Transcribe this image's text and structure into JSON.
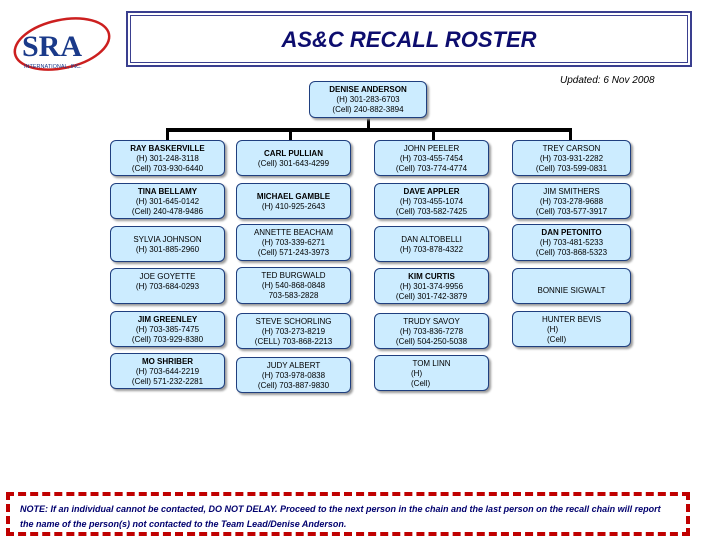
{
  "logo": {
    "text": "SRA",
    "subtext": "INTERNATIONAL, INC."
  },
  "title": "AS&C RECALL ROSTER",
  "updated": "Updated: 6 Nov 2008",
  "root": {
    "name": "DENISE ANDERSON",
    "lines": [
      "(H) 301-283-6703",
      "(Cell) 240-882-3894"
    ]
  },
  "col1": [
    {
      "name": "RAY BASKERVILLE",
      "lines": [
        "(H) 301-248-3118",
        "(Cell) 703-930-6440"
      ]
    },
    {
      "name": "TINA BELLAMY",
      "lines": [
        "(H) 301-645-0142",
        "(Cell) 240-478-9486"
      ]
    },
    {
      "name": "SYLVIA JOHNSON",
      "lines": [
        "(H) 301-885-2960"
      ]
    },
    {
      "name": "JOE GOYETTE",
      "lines": [
        "(H) 703-684-0293"
      ]
    },
    {
      "name": "JIM GREENLEY",
      "lines": [
        "(H) 703-385-7475",
        "(Cell) 703-929-8380"
      ]
    },
    {
      "name": "MO SHRIBER",
      "lines": [
        "(H) 703-644-2219",
        "(Cell)  571-232-2281"
      ]
    }
  ],
  "col2": [
    {
      "name": "CARL PULLIAN",
      "lines": [
        "(Cell) 301-643-4299"
      ]
    },
    {
      "name": "MICHAEL GAMBLE",
      "lines": [
        "(H) 410-925-2643"
      ]
    },
    {
      "name": "ANNETTE BEACHAM",
      "lines": [
        "(H) 703-339-6271",
        "(Cell) 571-243-3973"
      ]
    },
    {
      "name": "TED BURGWALD",
      "lines": [
        "(H) 540-868-0848",
        "703-583-2828"
      ]
    },
    {
      "name": "STEVE SCHORLING",
      "lines": [
        "(H) 703-273-8219",
        "(CELL) 703-868-2213"
      ]
    },
    {
      "name": "JUDY ALBERT",
      "lines": [
        "(H) 703-978-0838",
        "(Cell) 703-887-9830"
      ]
    }
  ],
  "col3": [
    {
      "name": "JOHN PEELER",
      "lines": [
        "(H) 703-455-7454",
        "(Cell) 703-774-4774"
      ]
    },
    {
      "name": "DAVE APPLER",
      "lines": [
        "(H) 703-455-1074",
        "(Cell) 703-582-7425"
      ]
    },
    {
      "name": "DAN ALTOBELLI",
      "lines": [
        "(H) 703-878-4322"
      ]
    },
    {
      "name": "KIM CURTIS",
      "lines": [
        "(H) 301-374-9956",
        "(Cell) 301-742-3879"
      ]
    },
    {
      "name": "TRUDY SAVOY",
      "lines": [
        "(H) 703-836-7278",
        "(Cell) 504-250-5038"
      ]
    },
    {
      "name": "TOM LINN",
      "lines": [
        "(H)",
        "(Cell)"
      ]
    }
  ],
  "col4": [
    {
      "name": "TREY CARSON",
      "lines": [
        "(H) 703-931-2282",
        "(Cell) 703-599-0831"
      ]
    },
    {
      "name": "JIM SMITHERS",
      "lines": [
        "(H) 703-278-9688",
        "(Cell) 703-577-3917"
      ]
    },
    {
      "name": "DAN PETONITO",
      "lines": [
        "(H) 703-481-5233",
        "(Cell) 703-868-5323"
      ]
    },
    {
      "name": "BONNIE SIGWALT",
      "lines": []
    },
    {
      "name": "HUNTER BEVIS",
      "lines": [
        "(H)",
        "(Cell)"
      ]
    }
  ],
  "note": "NOTE: If an individual cannot be contacted, DO NOT DELAY. Proceed to the next person in the chain and the last person on the recall chain will report the name of the person(s) not contacted to the Team Lead/Denise Anderson."
}
